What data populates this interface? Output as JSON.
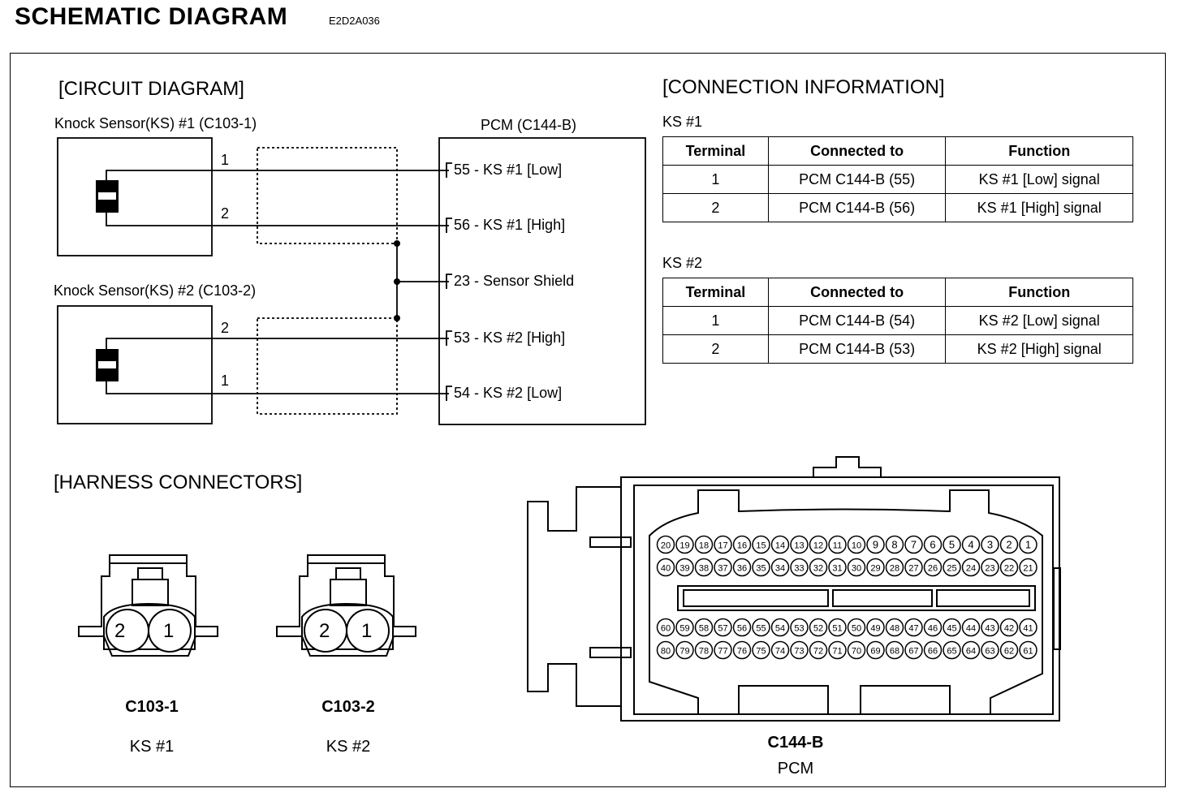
{
  "header": {
    "title": "SCHEMATIC DIAGRAM",
    "code": "E2D2A036"
  },
  "circuit": {
    "section_title": "[CIRCUIT DIAGRAM]",
    "sensor1_label": "Knock Sensor(KS) #1 (C103-1)",
    "sensor2_label": "Knock Sensor(KS) #2 (C103-2)",
    "pcm_label": "PCM (C144-B)",
    "s1_wire1": "1",
    "s1_wire2": "2",
    "s2_wire2": "2",
    "s2_wire1": "1",
    "pins": [
      {
        "num": "55",
        "text": " - KS #1 [Low]"
      },
      {
        "num": "56",
        "text": " - KS #1 [High]"
      },
      {
        "num": "23",
        "text": " - Sensor Shield"
      },
      {
        "num": "53",
        "text": " - KS #2 [High]"
      },
      {
        "num": "54",
        "text": " - KS #2 [Low]"
      }
    ]
  },
  "connection_info": {
    "section_title": "[CONNECTION INFORMATION]",
    "tables": [
      {
        "caption": "KS #1",
        "headers": [
          "Terminal",
          "Connected to",
          "Function"
        ],
        "rows": [
          [
            "1",
            "PCM C144-B (55)",
            "KS #1 [Low] signal"
          ],
          [
            "2",
            "PCM C144-B (56)",
            "KS #1 [High] signal"
          ]
        ]
      },
      {
        "caption": "KS #2",
        "headers": [
          "Terminal",
          "Connected to",
          "Function"
        ],
        "rows": [
          [
            "1",
            "PCM C144-B (54)",
            "KS #2 [Low] signal"
          ],
          [
            "2",
            "PCM C144-B (53)",
            "KS #2 [High] signal"
          ]
        ]
      }
    ]
  },
  "harness": {
    "section_title": "[HARNESS CONNECTORS]",
    "connectors": [
      {
        "name": "C103-1",
        "desc": "KS #1",
        "pins": [
          "2",
          "1"
        ]
      },
      {
        "name": "C103-2",
        "desc": "KS #2",
        "pins": [
          "2",
          "1"
        ]
      }
    ],
    "pcm": {
      "name": "C144-B",
      "desc": "PCM",
      "row1": [
        "20",
        "19",
        "18",
        "17",
        "16",
        "15",
        "14",
        "13",
        "12",
        "11",
        "10",
        "9",
        "8",
        "7",
        "6",
        "5",
        "4",
        "3",
        "2",
        "1"
      ],
      "row2": [
        "40",
        "39",
        "38",
        "37",
        "36",
        "35",
        "34",
        "33",
        "32",
        "31",
        "30",
        "29",
        "28",
        "27",
        "26",
        "25",
        "24",
        "23",
        "22",
        "21"
      ],
      "row3": [
        "60",
        "59",
        "58",
        "57",
        "56",
        "55",
        "54",
        "53",
        "52",
        "51",
        "50",
        "49",
        "48",
        "47",
        "46",
        "45",
        "44",
        "43",
        "42",
        "41"
      ],
      "row4": [
        "80",
        "79",
        "78",
        "77",
        "76",
        "75",
        "74",
        "73",
        "72",
        "71",
        "70",
        "69",
        "68",
        "67",
        "66",
        "65",
        "64",
        "63",
        "62",
        "61"
      ]
    }
  }
}
